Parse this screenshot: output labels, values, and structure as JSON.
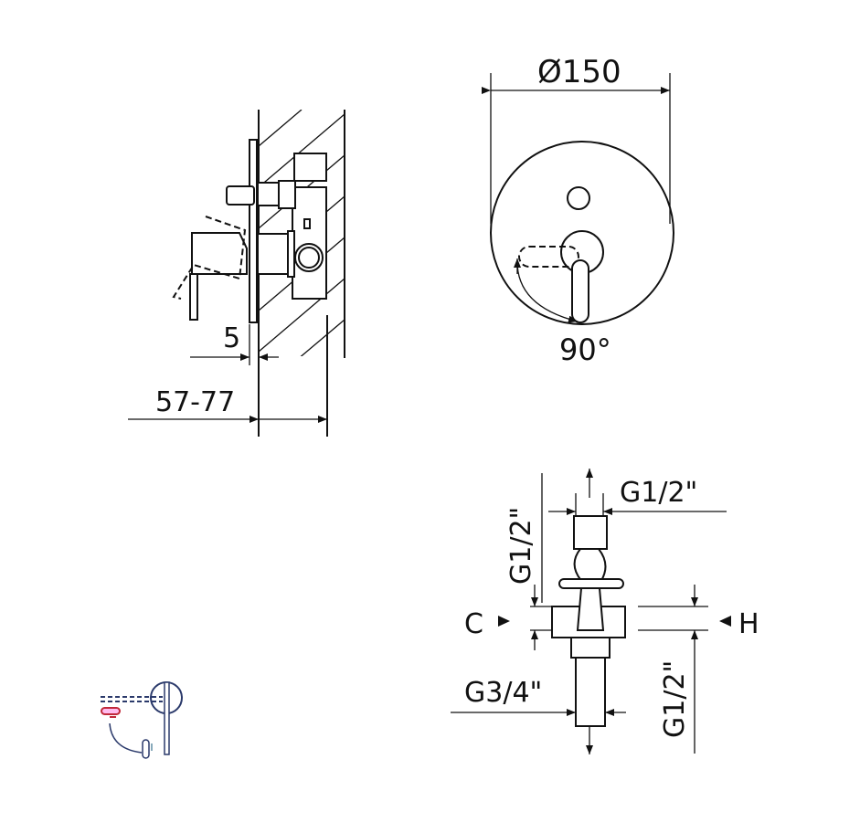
{
  "side_view": {
    "dim_plate": "5",
    "dim_depth": "57-77"
  },
  "front_view": {
    "dim_diameter": "Ø150",
    "dim_rotation": "90°"
  },
  "connections": {
    "top_outlet": "G1/2\"",
    "left_upper": "G1/2\"",
    "label_c": "C",
    "label_h": "H",
    "bottom_inlet": "G3/4\"",
    "right_lower": "G1/2\""
  },
  "colors": {
    "line": "#111111",
    "icon_blue": "#2b3a6b",
    "icon_red": "#c0283a"
  }
}
